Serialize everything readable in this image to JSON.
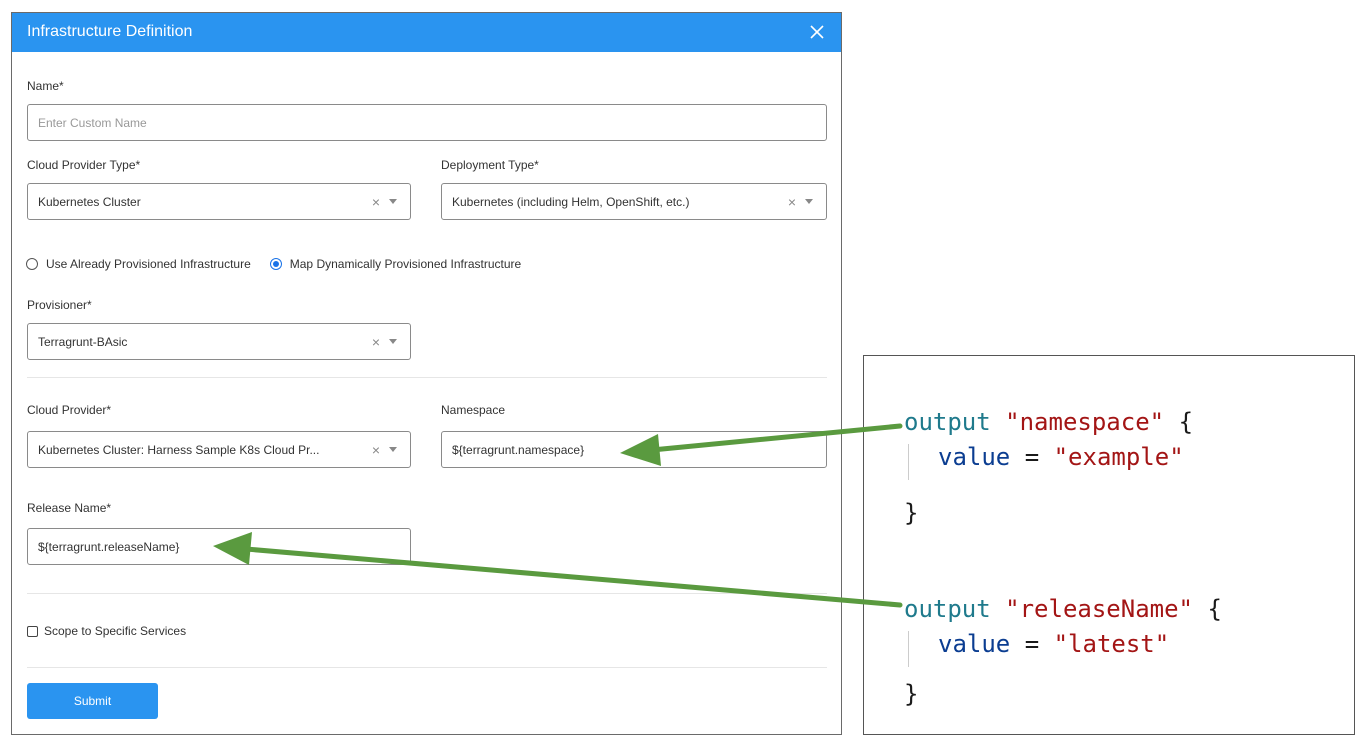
{
  "dialog": {
    "title": "Infrastructure Definition",
    "header_color": "#2a94f0",
    "close_icon": "close-icon",
    "name_label": "Name*",
    "name_placeholder": "Enter Custom Name",
    "cloud_provider_type_label": "Cloud Provider Type*",
    "cloud_provider_type_value": "Kubernetes Cluster",
    "deployment_type_label": "Deployment Type*",
    "deployment_type_value": "Kubernetes (including Helm, OpenShift, etc.)",
    "radio_options": [
      {
        "label": "Use Already Provisioned Infrastructure",
        "checked": false
      },
      {
        "label": "Map Dynamically Provisioned Infrastructure",
        "checked": true
      }
    ],
    "provisioner_label": "Provisioner*",
    "provisioner_value": "Terragrunt-BAsic",
    "cloud_provider_label": "Cloud Provider*",
    "cloud_provider_value": "Kubernetes Cluster: Harness Sample K8s Cloud Pr...",
    "namespace_label": "Namespace",
    "namespace_value": "${terragrunt.namespace}",
    "release_name_label": "Release Name*",
    "release_name_value": "${terragrunt.releaseName}",
    "scope_label": "Scope to Specific Services",
    "submit_label": "Submit"
  },
  "code": {
    "block1": {
      "keyword": "output",
      "name": "\"namespace\"",
      "open": "{",
      "prop": "value",
      "eq": "=",
      "value": "\"example\"",
      "close": "}"
    },
    "block2": {
      "keyword": "output",
      "name": "\"releaseName\"",
      "open": "{",
      "prop": "value",
      "eq": "=",
      "value": "\"latest\"",
      "close": "}"
    }
  },
  "colors": {
    "accent": "#2a94f0",
    "arrow": "#5a9a3f",
    "keyword": "#1f7a8c",
    "string": "#a31515"
  }
}
